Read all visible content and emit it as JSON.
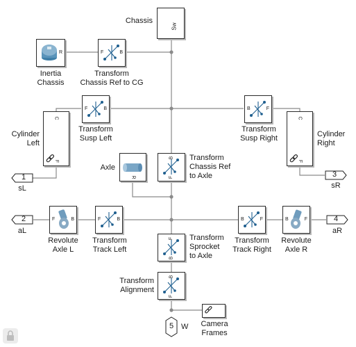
{
  "blocks": {
    "chassis": {
      "label": "Chassis",
      "port": "Sw"
    },
    "inertia": {
      "label": "Inertia\nChassis",
      "port": "R"
    },
    "tf_ref_cg": {
      "label": "Transform\nChassis Ref to CG",
      "port_f": "F",
      "port_b": "B"
    },
    "tf_susp_left": {
      "label": "Transform\nSusp Left",
      "port_f": "F",
      "port_b": "B"
    },
    "tf_susp_right": {
      "label": "Transform\nSusp Right",
      "port_f": "F",
      "port_b": "B"
    },
    "cyl_left": {
      "label": "Cylinder\nLeft",
      "port_c": "C",
      "port_f": "F"
    },
    "cyl_right": {
      "label": "Cylinder\nRight",
      "port_c": "C",
      "port_f": "F"
    },
    "axle": {
      "label": "Axle",
      "port": "R"
    },
    "tf_ref_axle": {
      "label": "Transform\nChassis Ref\nto Axle",
      "port_f": "F",
      "port_b": "B"
    },
    "rev_l": {
      "label": "Revolute\nAxle L",
      "port_f": "F",
      "port_b": "B"
    },
    "tf_track_left": {
      "label": "Transform\nTrack Left",
      "port_f": "F",
      "port_b": "B"
    },
    "tf_sprocket": {
      "label": "Transform\nSprocket\nto Axle",
      "port_f": "F",
      "port_b": "B"
    },
    "tf_track_right": {
      "label": "Transform\nTrack Right",
      "port_f": "F",
      "port_b": "B"
    },
    "rev_r": {
      "label": "Revolute\nAxle R",
      "port_f": "F",
      "port_b": "B"
    },
    "tf_alignment": {
      "label": "Transform\nAlignment",
      "port_f": "F",
      "port_b": "B"
    },
    "camera": {
      "label": "Camera\nFrames"
    }
  },
  "ports": {
    "p1": {
      "num": "1",
      "name": "sL"
    },
    "p2": {
      "num": "2",
      "name": "aL"
    },
    "p3": {
      "num": "3",
      "name": "sR"
    },
    "p4": {
      "num": "4",
      "name": "aR"
    },
    "p5": {
      "num": "5",
      "name": "W"
    }
  },
  "colors": {
    "line": "#8a8a8a",
    "icon": "#1f5f8f",
    "block_border": "#2a2a2a"
  },
  "icons": {
    "lock": "lock-icon"
  }
}
